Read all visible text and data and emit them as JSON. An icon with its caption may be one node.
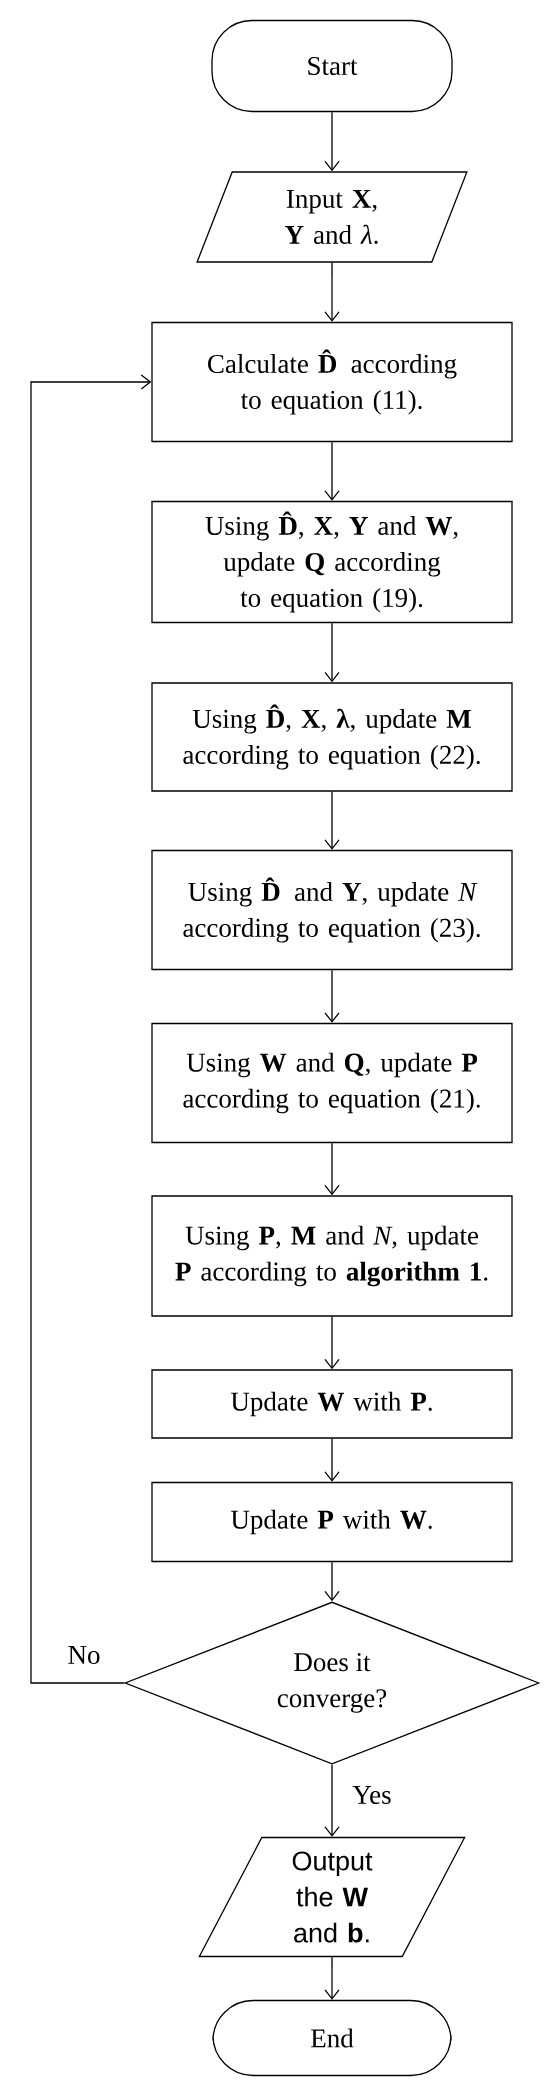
{
  "diagram": {
    "nodes": [
      {
        "text": [
          "Start"
        ]
      },
      {
        "text": [
          "Input **X**, **Y** and *λ*."
        ]
      },
      {
        "text": [
          "Calculate **D̂** according to equation (11)."
        ]
      },
      {
        "text": [
          "Using **D̂**, **X**, **Y** and **W**, update **Q** according to equation (19)."
        ]
      },
      {
        "text": [
          "Using **D̂**, **X**, **λ**, update **M** according to equation (22)."
        ]
      },
      {
        "text": [
          "Using **D̂** and **Y**, update *N* according to equation (23)."
        ]
      },
      {
        "text": [
          "Using **W** and **Q**, update **P** according to equation (21)."
        ]
      },
      {
        "text": [
          "Using **P**, **M** and *N*, update **P** according to **algorithm 1**."
        ]
      },
      {
        "text": [
          "Update **W** with **P**."
        ]
      },
      {
        "text": [
          "Update **P** with **W**."
        ]
      },
      {
        "text": [
          "Does it converge?"
        ]
      },
      {
        "text": [
          "Output the **W** and **b**."
        ]
      },
      {
        "text": [
          "End"
        ]
      }
    ],
    "edges": [
      {
        "from": 0,
        "to": 1,
        "arrow": "to"
      },
      {
        "from": 1,
        "to": 2,
        "arrow": "to"
      },
      {
        "from": 2,
        "to": 3,
        "arrow": "to"
      },
      {
        "from": 3,
        "to": 4,
        "arrow": "to"
      },
      {
        "from": 4,
        "to": 5,
        "arrow": "to"
      },
      {
        "from": 5,
        "to": 6,
        "arrow": "to"
      },
      {
        "from": 6,
        "to": 7,
        "arrow": "to"
      },
      {
        "from": 7,
        "to": 8,
        "arrow": "to"
      },
      {
        "from": 8,
        "to": 9,
        "arrow": "to"
      },
      {
        "from": 9,
        "to": 10,
        "arrow": "to"
      },
      {
        "from": 10,
        "to": 2,
        "arrow": "to",
        "label": "No"
      },
      {
        "from": 10,
        "to": 11,
        "arrow": "to",
        "label": "Yes"
      },
      {
        "from": 11,
        "to": 12,
        "arrow": "to"
      }
    ]
  }
}
